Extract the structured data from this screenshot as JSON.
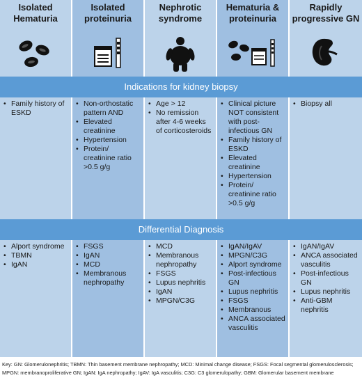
{
  "columns": [
    {
      "title_line1": "Isolated",
      "title_line2": "Hematuria",
      "icon": "red-blood-cells-icon"
    },
    {
      "title_line1": "Isolated",
      "title_line2": "proteinuria",
      "icon": "urine-sample-dipstick-icon"
    },
    {
      "title_line1": "Nephrotic",
      "title_line2": "syndrome",
      "icon": "edematous-person-icon"
    },
    {
      "title_line1": "Hematuria &",
      "title_line2": "proteinuria",
      "icon": "blood-cells-and-urine-sample-icon"
    },
    {
      "title_line1": "Rapidly",
      "title_line2": "progressive GN",
      "icon": "kidney-icon"
    }
  ],
  "biopsy_header": "Indications for kidney biopsy",
  "biopsy": [
    [
      "Family history of ESKD"
    ],
    [
      "Non-orthostatic pattern AND",
      "Elevated creatinine",
      "Hypertension",
      "Protein/ creatinine ratio >0.5 g/g"
    ],
    [
      "Age > 12",
      "No remission after 4-6 weeks of corticosteroids"
    ],
    [
      "Clinical picture NOT consistent with post-infectious GN",
      "Family history of ESKD",
      "Elevated creatinine",
      "Hypertension",
      "Protein/ creatinine ratio >0.5 g/g"
    ],
    [
      "Biopsy all"
    ]
  ],
  "differential_header": "Differential Diagnosis",
  "differential": [
    [
      "Alport syndrome",
      "TBMN",
      "IgAN"
    ],
    [
      "FSGS",
      "IgAN",
      "MCD",
      "Membranous nephropathy"
    ],
    [
      "MCD",
      "Membranous nephropathy",
      "FSGS",
      "Lupus nephritis",
      "IgAN",
      "MPGN/C3G"
    ],
    [
      "IgAN/IgAV",
      "MPGN/C3G",
      "Alport syndrome",
      "Post-infectious GN",
      "Lupus nephritis",
      "FSGS",
      "Membranous",
      "ANCA associated vasculitis"
    ],
    [
      "IgAN/IgAV",
      "ANCA associated vasculitis",
      "Post-infectious GN",
      "Lupus nephritis",
      "Anti-GBM nephritis"
    ]
  ],
  "key": "Key: GN: Glomerulonephritis; TBMN: Thin basement membrane nephropathy; MCD: Minimal change disease; FSGS: Focal segmental glomerulosclerosis; MPGN: membranoproliferative GN; IgAN: IgA nephropathy; IgAV: IgA vasculitis; C3G: C3 glomerulopathy; GBM: Glomerular basement membrane"
}
